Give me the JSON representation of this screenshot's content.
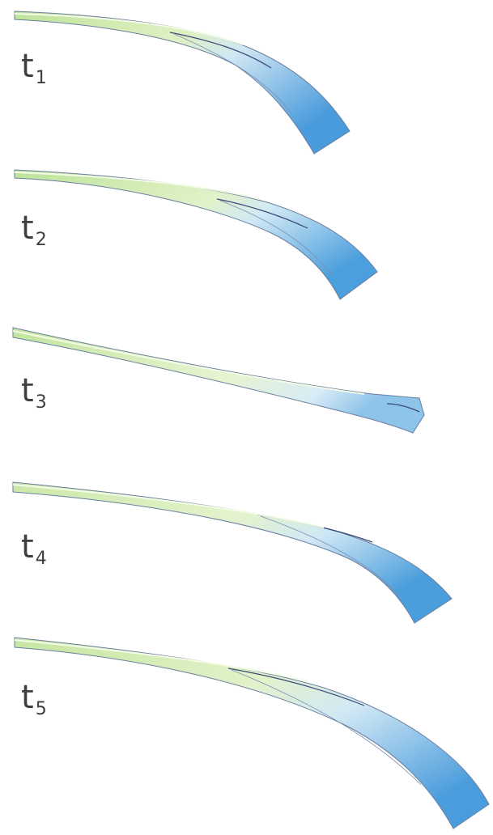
{
  "figure": {
    "colors": {
      "stem_green": "#c8e89a",
      "stem_highlight": "#eef8d8",
      "blade_blue": "#5aa8e0",
      "blade_light": "#cfe8f6",
      "outline": "#5a6b8c",
      "label": "#3f3f3f"
    },
    "panels": [
      {
        "id": "t1",
        "label_main": "t",
        "label_sub": "1"
      },
      {
        "id": "t2",
        "label_main": "t",
        "label_sub": "2"
      },
      {
        "id": "t3",
        "label_main": "t",
        "label_sub": "3"
      },
      {
        "id": "t4",
        "label_main": "t",
        "label_sub": "4"
      },
      {
        "id": "t5",
        "label_main": "t",
        "label_sub": "5"
      }
    ]
  }
}
